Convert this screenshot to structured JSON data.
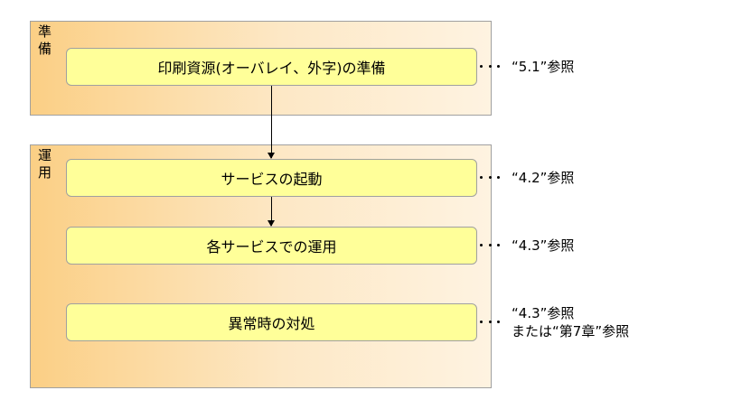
{
  "phases": [
    {
      "label": "準備"
    },
    {
      "label": "運用"
    }
  ],
  "steps": [
    {
      "label": "印刷資源(オーバレイ、外字)の準備",
      "ref": [
        "“5.1”参照"
      ]
    },
    {
      "label": "サービスの起動",
      "ref": [
        "“4.2”参照"
      ]
    },
    {
      "label": "各サービスでの運用",
      "ref": [
        "“4.3”参照"
      ]
    },
    {
      "label": "異常時の対処",
      "ref": [
        "“4.3”参照",
        "または“第7章”参照"
      ]
    }
  ],
  "colors": {
    "phase_gradient_start": "#fbcf85",
    "phase_gradient_end": "#fef3e1",
    "step_fill": "#ffff99",
    "border": "#a0a0a0"
  }
}
